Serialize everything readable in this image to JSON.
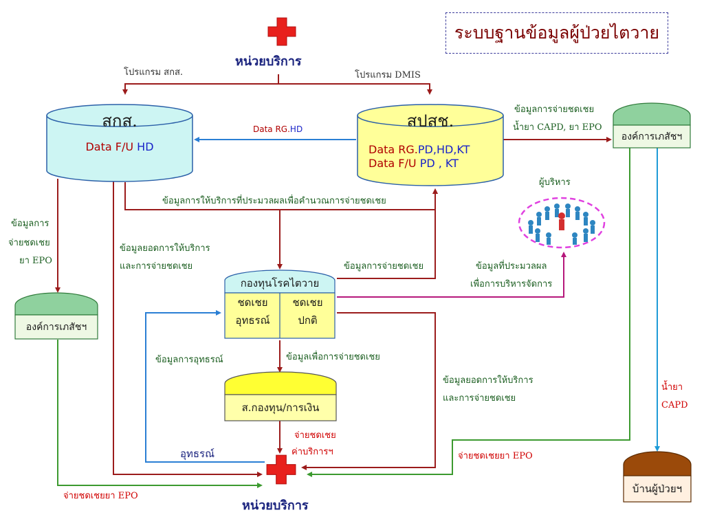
{
  "title": "ระบบฐานข้อมูลผู้ป่วยไตวาย",
  "service_top": "หน่วยบริการ",
  "service_bottom": "หน่วยบริการ",
  "program_nhso": "โปรแกรม สกส.",
  "program_dmis": "โปรแกรม DMIS",
  "cgd": {
    "title": "สกส.",
    "line1_a": "Data F/U ",
    "line1_b": "HD"
  },
  "nhso": {
    "title": "สปสช.",
    "line1_a": "Data RG.",
    "line1_b": "PD,HD,KT",
    "line2_a": "Data F/U ",
    "line2_b": "PD , KT"
  },
  "data_rg_hd_a": "Data RG.",
  "data_rg_hd_b": "HD",
  "pharma_right": "องค์การเภสัชฯ",
  "pharma_left": "องค์การเภสัชฯ",
  "pay_capd_epo_1": "ข้อมูลการจ่ายชดเชย",
  "pay_capd_epo_2": "น้ำยา CAPD, ยา EPO",
  "service_process": "ข้อมูลการให้บริการที่ประมวลผลเพื่อคำนวณการจ่ายชดเชย",
  "executives": "ผู้บริหาร",
  "epo_pay_left_1": "ข้อมูลการ",
  "epo_pay_left_2": "จ่ายชดเชย",
  "epo_pay_left_3": "ยา EPO",
  "service_totals_1": "ข้อมูลยอดการให้บริการ",
  "service_totals_2": "และการจ่ายชดเชย",
  "fund": {
    "title": "กองทุนโรคไตวาย",
    "emergency_1": "ชดเชย",
    "emergency_2": "อุทธรณ์",
    "normal_1": "ชดเชย",
    "normal_2": "ปกติ"
  },
  "payment_data": "ข้อมูลการจ่ายชดเชย",
  "processed_1": "ข้อมูลที่ประมวลผล",
  "processed_2": "เพื่อการบริหารจัดการ",
  "appeal_data": "ข้อมูลการอุทธรณ์",
  "data_for_payment": "ข้อมูลเพื่อการจ่ายชดเชย",
  "finance": "ส.กองทุน/การเงิน",
  "service_totals_right_1": "ข้อมูลยอดการให้บริการ",
  "service_totals_right_2": "และการจ่ายชดเชย",
  "capd_1": "น้ำยา",
  "capd_2": "CAPD",
  "appeal": "อุทธรณ์",
  "pay_service_1": "จ่ายชดเชย",
  "pay_service_2": "ค่าบริการฯ",
  "epo_pay_right": "จ่ายชดเชยยา EPO",
  "epo_pay_bottom": "จ่ายชดเชยยา EPO",
  "patient_home": "บ้านผู้ป่วยฯ"
}
